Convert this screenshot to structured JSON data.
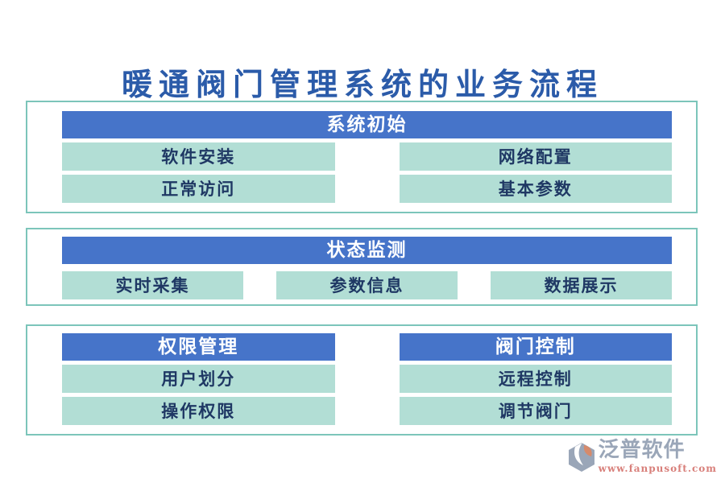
{
  "page": {
    "title": "暖通阀门管理系统的业务流程"
  },
  "colors": {
    "title_blue": "#2B5BA9",
    "header_blue": "#4674C9",
    "header_text": "#FFFFFF",
    "node_teal": "#B2DED5",
    "node_text_navy": "#1F3864",
    "section_border_teal": "#7CC5BA",
    "logo_gray_blue": "#9AA6B8",
    "logo_orange": "#D68A6B",
    "logo_url_red": "#D87F7A"
  },
  "sections": [
    {
      "id": "system-init",
      "header": "系统初始",
      "buttons": [
        "软件安装",
        "网络配置",
        "正常访问",
        "基本参数"
      ]
    },
    {
      "id": "status-monitor",
      "header": "状态监测",
      "buttons": [
        "实时采集",
        "参数信息",
        "数据展示"
      ]
    },
    {
      "id": "dual-flows",
      "columns": [
        {
          "header": "权限管理",
          "buttons": [
            "用户划分",
            "操作权限"
          ]
        },
        {
          "header": "阀门控制",
          "buttons": [
            "远程控制",
            "调节阀门"
          ]
        }
      ]
    }
  ],
  "logo": {
    "name": "泛普软件",
    "url": "www.fanpusoft.com"
  }
}
